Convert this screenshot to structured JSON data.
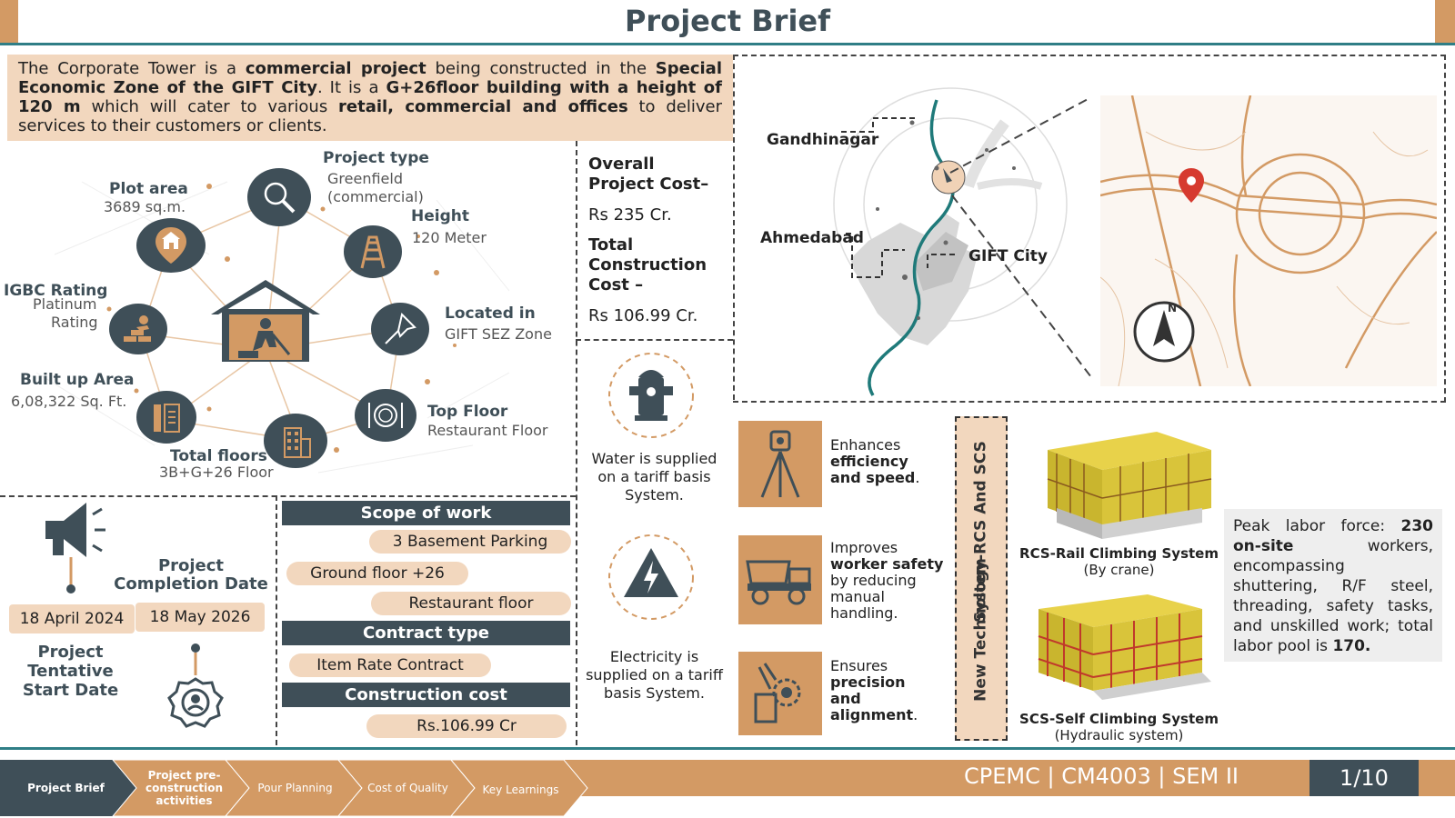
{
  "header": {
    "title": "Project Brief"
  },
  "intro": {
    "p1": "The Corporate Tower is a ",
    "b1": "commercial project",
    "p2": " being constructed in the ",
    "b2": "Special Economic Zone of the GIFT City",
    "p3": ". It is a ",
    "b3": "G+26floor building with a height of 120 m",
    "p4": " which will cater to various ",
    "b4": "retail, commercial and offices",
    "p5": " to deliver services to their customers or clients."
  },
  "project_info": {
    "plot_area": {
      "label": "Plot area",
      "value": "3689 sq.m."
    },
    "project_type": {
      "label": "Project type",
      "value1": "Greenfield",
      "value2": "(commercial)"
    },
    "height": {
      "label": "Height",
      "value": "120 Meter"
    },
    "located": {
      "label": "Located in",
      "value": "GIFT SEZ Zone"
    },
    "top_floor": {
      "label": "Top Floor",
      "value": "Restaurant Floor"
    },
    "total_floors": {
      "label": "Total floors",
      "value": "3B+G+26 Floor"
    },
    "built_up": {
      "label": "Built up Area",
      "value": "6,08,322 Sq. Ft."
    },
    "igbc": {
      "label": "IGBC Rating",
      "value1": "Platinum",
      "value2": "Rating"
    }
  },
  "cost": {
    "overall_label1": "Overall",
    "overall_label2": "Project Cost–",
    "overall_value": "Rs 235 Cr.",
    "construction_label1": "Total",
    "construction_label2": "Construction",
    "construction_label3": "Cost –",
    "construction_value": "Rs 106.99 Cr.",
    "water_text": "Water is supplied on a tariff basis System.",
    "electricity_text": "Electricity is supplied on a tariff basis System."
  },
  "map": {
    "gandhinagar": "Gandhinagar",
    "ahmedabad": "Ahmedabad",
    "gift_city": "GIFT City",
    "north": "N"
  },
  "timeline": {
    "completion_label1": "Project",
    "completion_label2": "Completion Date",
    "start_date": "18 April 2024",
    "end_date": "18 May 2026",
    "start_label1": "Project",
    "start_label2": "Tentative",
    "start_label3": "Start Date"
  },
  "scope": {
    "scope_title": "Scope of work",
    "item1": "3 Basement Parking",
    "item2": "Ground floor +26",
    "item3": "Restaurant floor",
    "contract_title": "Contract type",
    "contract_value": "Item Rate Contract",
    "cost_title": "Construction cost",
    "cost_value": "Rs.106.99 Cr"
  },
  "tech": {
    "vertical_title1": "New Technology-RCS And SCS",
    "vertical_title2": "System",
    "t1_a": "Enhances",
    "t1_b": "efficiency",
    "t1_c": "and speed",
    "t1_d": ".",
    "t2_a": "Improves",
    "t2_b": "worker safety",
    "t2_c": "by reducing manual handling.",
    "t3_a": "Ensures",
    "t3_b": "precision and alignment",
    "t3_c": ".",
    "rcs_title": "RCS-Rail Climbing System",
    "rcs_sub": "(By crane)",
    "scs_title": "SCS-Self Climbing System",
    "scs_sub": "(Hydraulic system)",
    "labor_p1": "Peak labor force: ",
    "labor_b1": "230 on-site",
    "labor_p2": " workers, encompassing shuttering, R/F steel, threading, safety tasks, and unskilled work; total labor pool is ",
    "labor_b2": "170."
  },
  "footer": {
    "nav1": "Project Brief",
    "nav2a": "Project pre-",
    "nav2b": "construction",
    "nav2c": "activities",
    "nav3": "Pour Planning",
    "nav4": "Cost of Quality",
    "nav5": "Key Learnings",
    "course": "CPEMC | CM4003 | SEM II",
    "page": "1/10"
  },
  "colors": {
    "accent": "#d39a64",
    "dark": "#3f4f58",
    "teal": "#2f7e86",
    "light": "#f2d7be"
  }
}
